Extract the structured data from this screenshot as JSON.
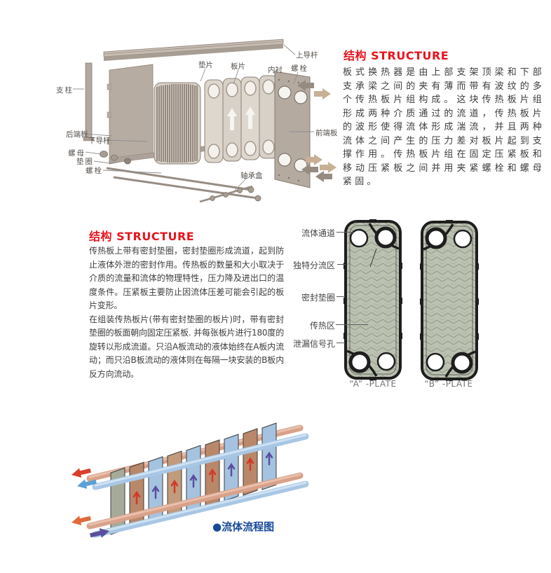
{
  "colors": {
    "heading_red": "#e8141d",
    "body_text": "#3d3d3d",
    "caption_blue": "#16499a",
    "diagram_label_gray": "#55504b",
    "plate_fill_green": "#bcc2b2",
    "gasket_black": "#1e1e1e",
    "flow_plate_tan": "#b9886a",
    "flow_plate_blue": "#a5c3e0",
    "flow_pipe_salmon": "#d9a189",
    "flow_pipe_blue": "#a8c7e5",
    "flow_arrow_red": "#d8402d",
    "flow_arrow_purple": "#5a4f9e"
  },
  "structure_top": {
    "heading": "结构 STRUCTURE",
    "body": "板式换热器是由上部支架顶梁和下部支承梁之间的夹有薄而带有波纹的多个传热板片组构成。这块传热板片组形成两种介质通过的流道，传热板片的波形使得流体形成湍流，并且两种流体之间产生的压力差对板片起到支撑作用。传热板片组在固定压紧板和移动压紧板之间并用夹紧螺栓和螺母紧固。"
  },
  "structure_mid": {
    "heading": "结构 STRUCTURE",
    "para1": "传热板上带有密封垫圈，密封垫圈形成流道，起到防止液体外泄的密封作用。传热板的数量和大小取决于介质的流量和流体的物理特性，压力降及进出口的温度条件。压紧板主要防止因流体压差可能会引起的板片变形。",
    "para2": "在组装传热板片(带有密封垫圈的板片)时，带有密封垫圈的板面朝向固定压紧板. 并每张板片进行180度的旋转以形成流道。只沿A板流动的液体始终在A板内流动；而只沿B板流动的液体则在每隔一块安装的B板内反方向流动。"
  },
  "exploded": {
    "labels": [
      "上导杆",
      "垫片",
      "板片",
      "内衬",
      "螺栓",
      "支柱",
      "后端板",
      "下导杆",
      "螺母",
      "垫圈",
      "螺栓",
      "前端板",
      "轴承盒"
    ]
  },
  "plate_figure": {
    "labels": [
      "流体通道",
      "独特分流区",
      "密封垫圈",
      "传热区",
      "泄漏信号孔"
    ],
    "caption_a": "“A” -PLATE",
    "caption_b": "“B” -PLATE"
  },
  "flow_figure": {
    "caption": "●流体流程图"
  }
}
